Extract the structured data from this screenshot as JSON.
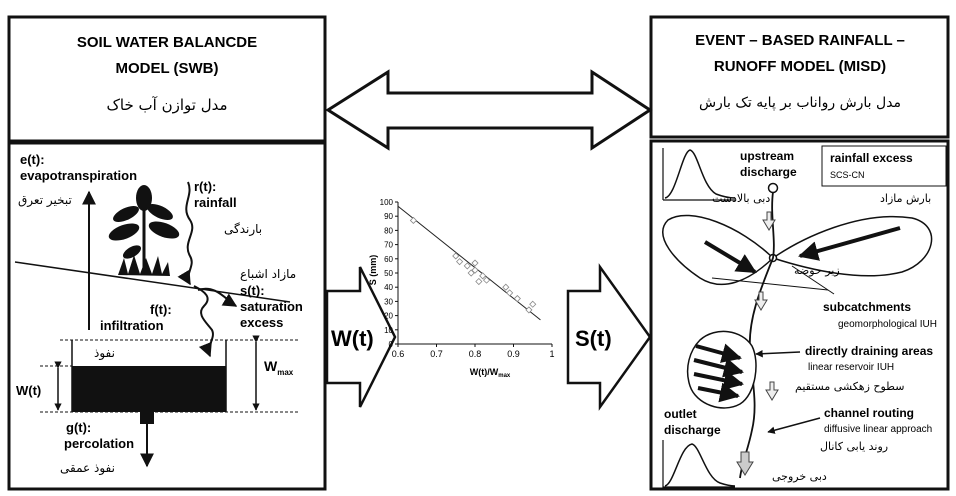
{
  "left_model": {
    "title_line1": "SOIL WATER BALANCDE",
    "title_line2": "MODEL (SWB)",
    "title_fa": "مدل توازن آب  خاک",
    "evap_code": "e(t):",
    "evap_label": "evapotranspiration",
    "evap_fa": "تبخیر تعرق",
    "rain_code": "r(t):",
    "rain_label": "rainfall",
    "rain_fa": "بارندگی",
    "sat_fa": "مازاد اشباع",
    "sat_code": "s(t):",
    "sat_label1": "saturation",
    "sat_label2": "excess",
    "inf_code": "f(t):",
    "inf_label": "infiltration",
    "inf_fa": "نفوذ",
    "w_label": "W(t)",
    "wmax_label": "W",
    "wmax_sub": "max",
    "perc_code": "g(t):",
    "perc_label": "percolation",
    "perc_fa": "نفوذ عمقی"
  },
  "right_model": {
    "title_line1": "EVENT – BASED RAINFALL –",
    "title_line2": "RUNOFF MODEL (MISD)",
    "title_fa": "مدل بارش رواناب بر پایه تک بارش",
    "upstream1": "upstream",
    "upstream2": "discharge",
    "upstream_fa": "دبی بالادست",
    "rain_excess": "rainfall excess",
    "scs": "SCS-CN",
    "rain_excess_fa": "بارش مازاد",
    "sub_fa": "زیر حوضه",
    "sub_label": "subcatchments",
    "sub_sub": "geomorphological IUH",
    "dda_label": "directly draining areas",
    "dda_sub": "linear reservoir IUH",
    "dda_fa": "سطوح زهکشی مستقیم",
    "ch_label": "channel routing",
    "ch_sub": "diffusive linear approach",
    "ch_fa": "روند یابی کانال",
    "outlet1": "outlet",
    "outlet2": "discharge",
    "outlet_fa": "دبی خروجی"
  },
  "arrows": {
    "w_arrow": "W(t)",
    "s_arrow": "S(t)"
  },
  "chart_data": {
    "type": "scatter",
    "ylabel": "S (mm)",
    "xlabel": "W(t)/W",
    "xlabel_sub": "max",
    "xlim": [
      0.6,
      1.0
    ],
    "ylim": [
      0,
      100
    ],
    "x_ticks": [
      "0.6",
      "0.7",
      "0.8",
      "0.9",
      "1"
    ],
    "y_ticks": [
      "0",
      "10",
      "20",
      "30",
      "40",
      "50",
      "60",
      "70",
      "80",
      "90",
      "100"
    ],
    "points": [
      {
        "x": 0.64,
        "y": 87
      },
      {
        "x": 0.75,
        "y": 62
      },
      {
        "x": 0.76,
        "y": 58
      },
      {
        "x": 0.78,
        "y": 55
      },
      {
        "x": 0.79,
        "y": 50
      },
      {
        "x": 0.8,
        "y": 57
      },
      {
        "x": 0.8,
        "y": 52
      },
      {
        "x": 0.81,
        "y": 44
      },
      {
        "x": 0.82,
        "y": 48
      },
      {
        "x": 0.83,
        "y": 45
      },
      {
        "x": 0.88,
        "y": 40
      },
      {
        "x": 0.89,
        "y": 36
      },
      {
        "x": 0.91,
        "y": 32
      },
      {
        "x": 0.94,
        "y": 24
      },
      {
        "x": 0.95,
        "y": 28
      }
    ],
    "fit_line": [
      [
        0.6,
        97
      ],
      [
        0.97,
        17
      ]
    ]
  }
}
